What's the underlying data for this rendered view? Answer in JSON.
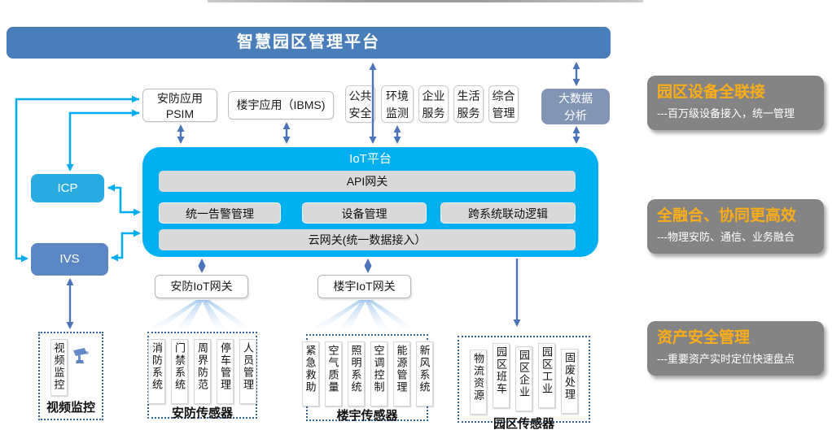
{
  "banner": {
    "title": "智慧园区管理平台"
  },
  "app_layer": {
    "psim": {
      "line1": "安防应用",
      "line2": "PSIM"
    },
    "ibms": {
      "label": "楼宇应用（IBMS)"
    },
    "services": [
      {
        "line1": "公共",
        "line2": "安全"
      },
      {
        "line1": "环境",
        "line2": "监测"
      },
      {
        "line1": "企业",
        "line2": "服务"
      },
      {
        "line1": "生活",
        "line2": "服务"
      },
      {
        "line1": "综合",
        "line2": "管理"
      }
    ],
    "bigdata": {
      "line1": "大数据",
      "line2": "分析"
    }
  },
  "left_systems": {
    "icp": "ICP",
    "ivs": "IVS"
  },
  "iot_platform": {
    "title": "IoT平台",
    "api_gateway": "API网关",
    "modules": [
      "统一告警管理",
      "设备管理",
      "跨系统联动逻辑"
    ],
    "cloud_gateway": "云网关(统一数据接入）"
  },
  "gateways": {
    "security": "安防IoT网关",
    "building": "楼宇IoT网关"
  },
  "sensor_groups": {
    "video": {
      "label": "视频监控",
      "columns": [
        "视频监控"
      ],
      "icon": "cctv-camera-icon"
    },
    "security": {
      "label": "安防传感器",
      "columns": [
        "消防系统",
        "门禁系统",
        "周界防范",
        "停车管理",
        "人员管理"
      ]
    },
    "building": {
      "label": "楼宇传感器",
      "columns": [
        "紧急救助",
        "空气质量",
        "照明系统",
        "空调控制",
        "能源管理",
        "新风系统"
      ]
    },
    "park": {
      "label": "园区传感器",
      "columns": [
        "物流资源",
        "园区班车",
        "园区企业",
        "园区工业",
        "固废处理"
      ]
    }
  },
  "benefits": [
    {
      "title": "园区设备全联接",
      "desc": "---百万级设备接入，统一管理"
    },
    {
      "title": "全融合、协同更高效",
      "desc": "---物理安防、通信、业务融合"
    },
    {
      "title": "资产安全管理",
      "desc": "---重要资产实时定位快速盘点"
    }
  ],
  "colors": {
    "banner_blue": "#4A7EBB",
    "iot_blue": "#00B0F0",
    "cyan_arrow": "#00AEEF",
    "steel_arrow": "#4C74B8",
    "icp_blue": "#29ABE2",
    "ivs_blue": "#5B87C5",
    "bigdata_blue": "#8295B5",
    "module_gray": "#D9D9D9",
    "benefit_gray": "#848484",
    "benefit_orange": "#FBAD18"
  }
}
